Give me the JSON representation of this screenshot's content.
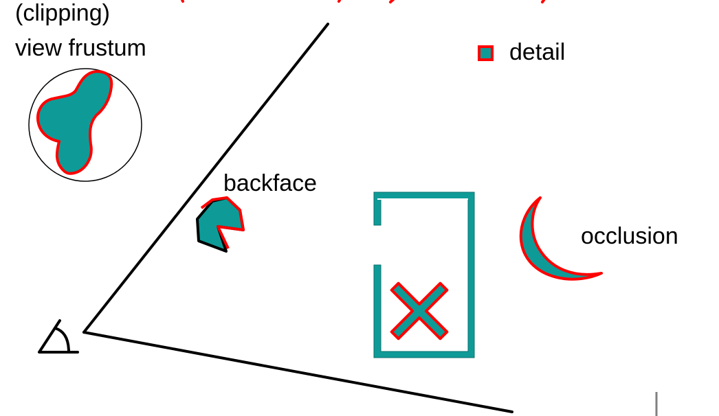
{
  "labels": {
    "clipping_line1": "(clipping)",
    "clipping_line2": "view frustum",
    "detail": "detail",
    "backface": "backface",
    "occlusion": "occlusion"
  },
  "colors": {
    "teal": "#0e9b97",
    "outline_red": "#ff0000",
    "line": "#000000",
    "background": "#ffffff"
  },
  "icons": [
    "eye-symbol-icon",
    "cross-mark-icon"
  ]
}
